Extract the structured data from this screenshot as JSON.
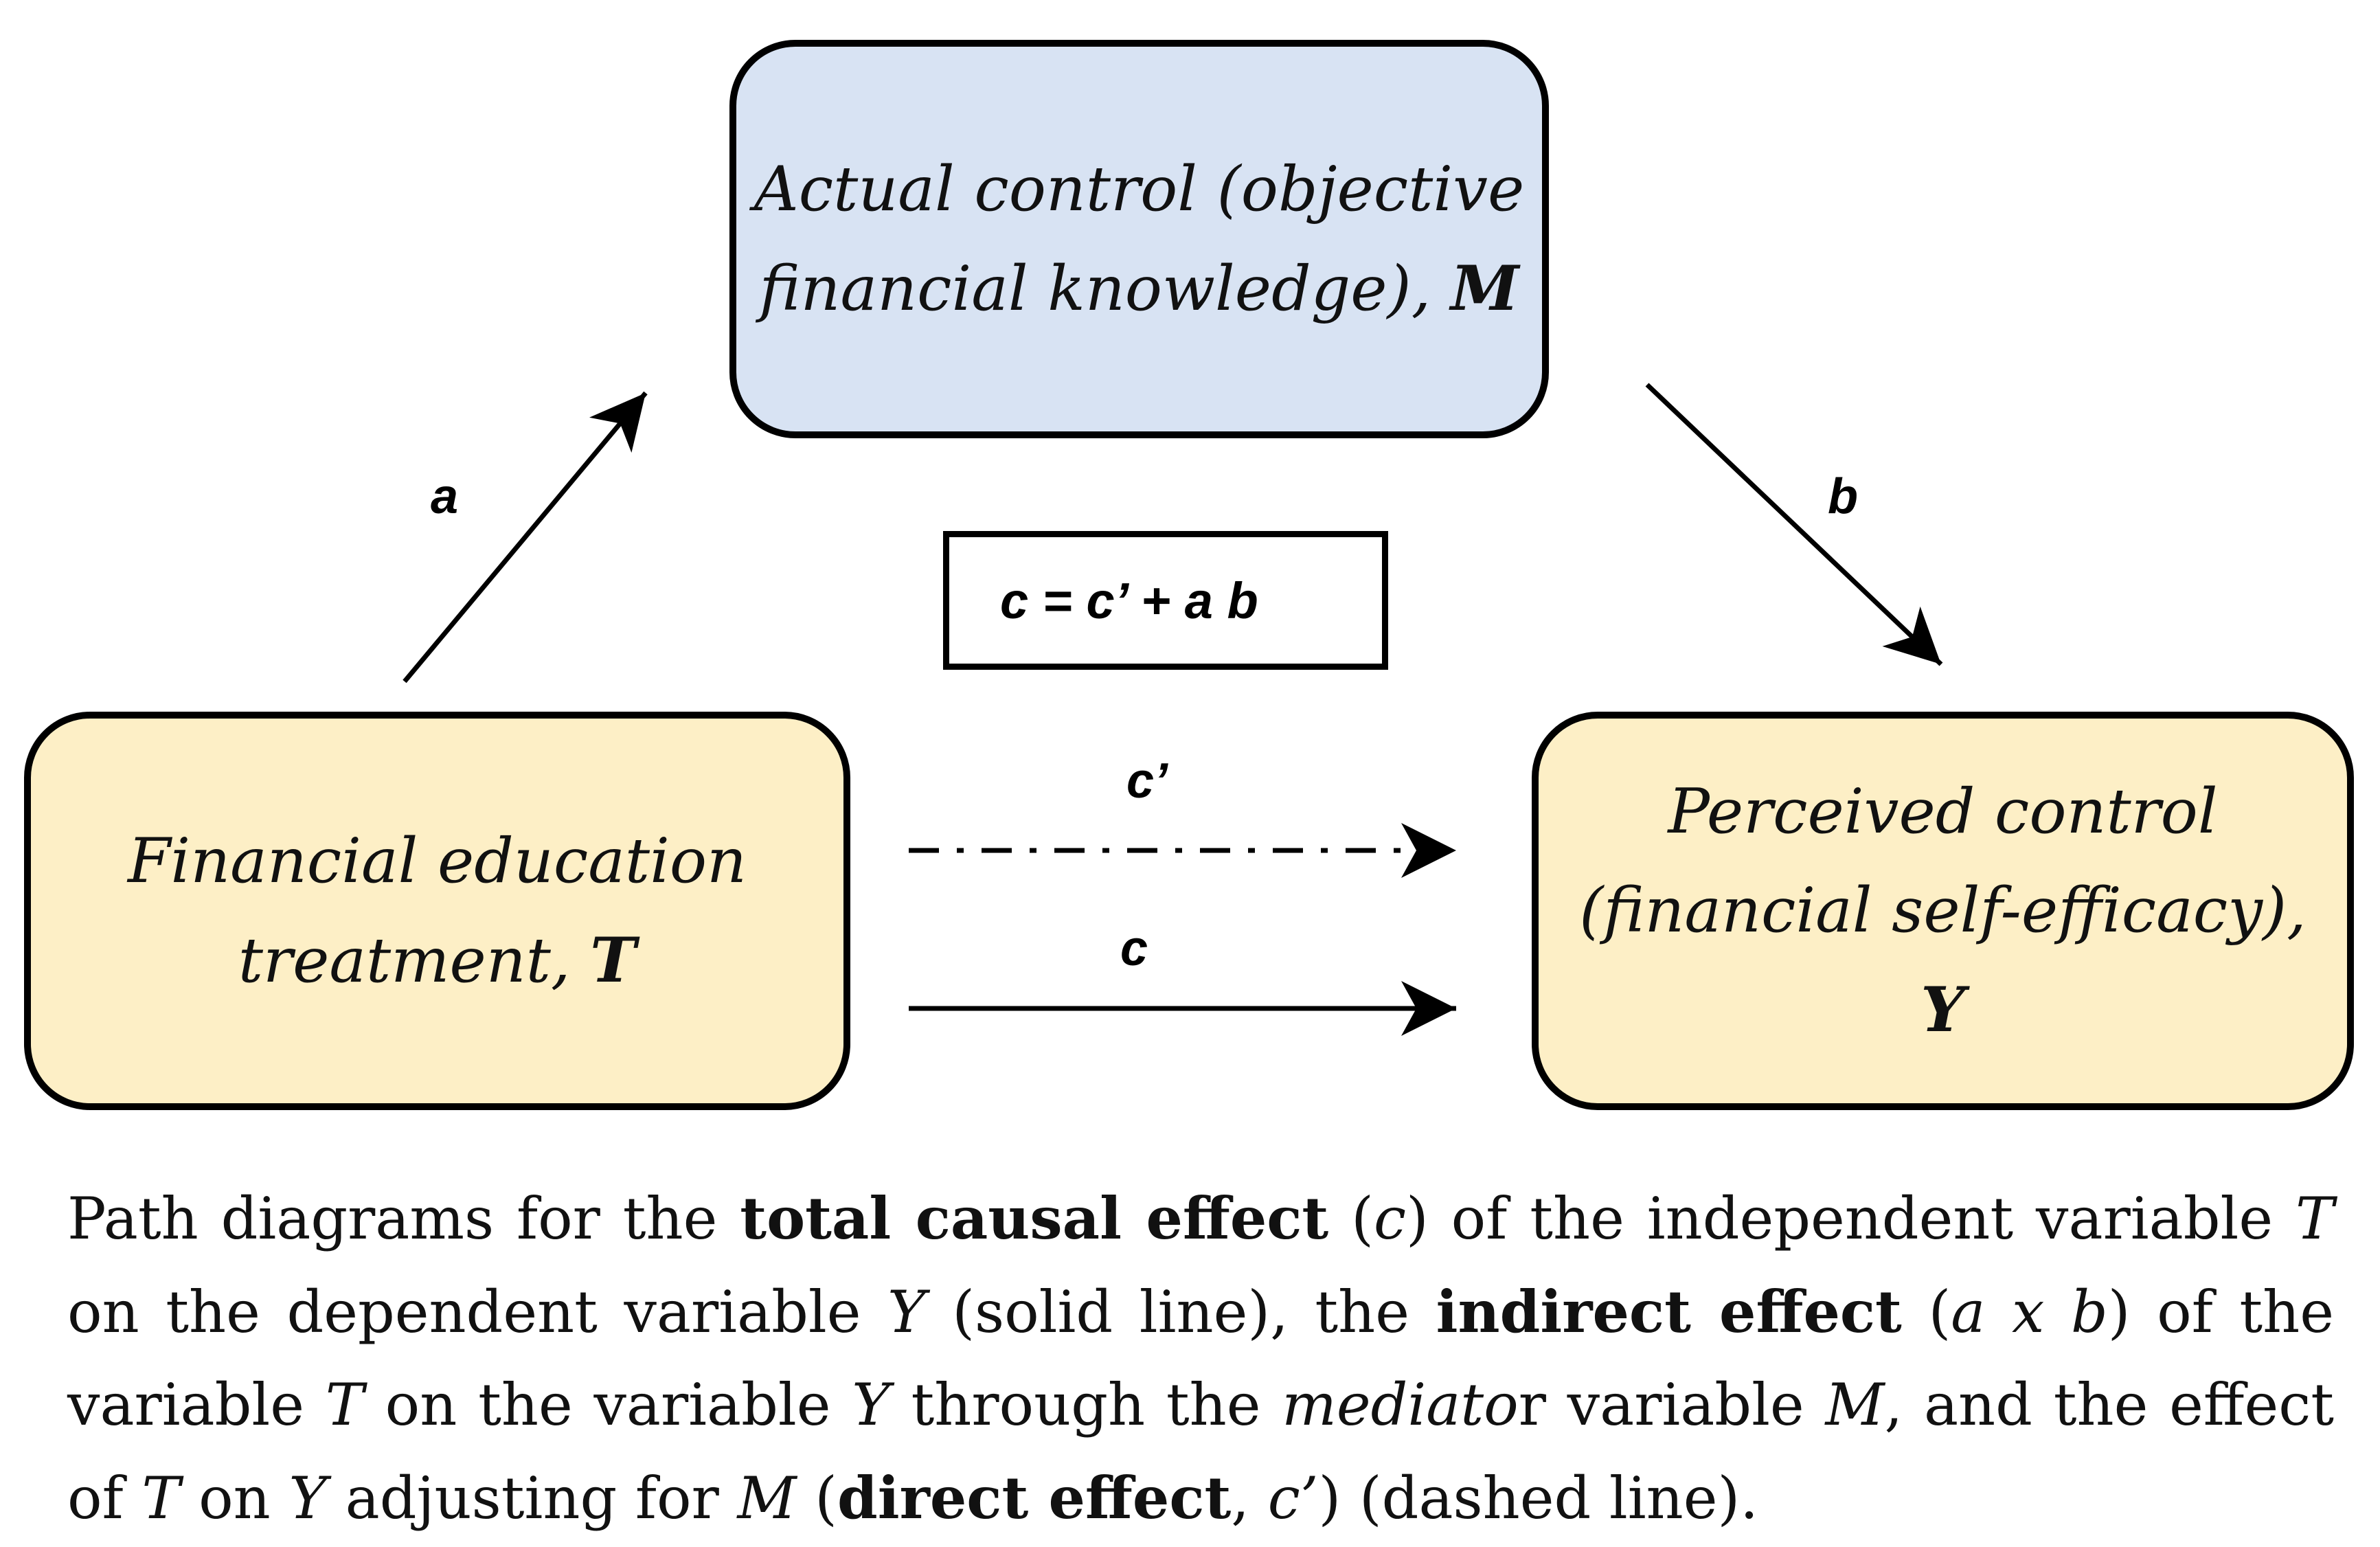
{
  "nodes": {
    "mediator": {
      "line1": "Actual control (objective",
      "line2": "financial knowledge), ",
      "symbol": "M"
    },
    "treatment": {
      "line1": "Financial education",
      "line2": "treatment, ",
      "symbol": "T"
    },
    "outcome": {
      "line1": "Perceived control",
      "line2": "(financial self-efficacy),",
      "symbol": "Y"
    }
  },
  "edges": {
    "a": "a",
    "b": "b",
    "c_prime": "c’",
    "c": "c"
  },
  "equation": "c = c’ + a b",
  "caption": {
    "s1": "Path diagrams for the ",
    "s2": "total causal effect",
    "s3": " (",
    "s4": "c",
    "s5": ") of the independent variable ",
    "s6": "T",
    "s7": " on the dependent variable ",
    "s8": "Y",
    "s9": " (solid line), the ",
    "s10": "indirect effect",
    "s11": " (",
    "s12": "a x b",
    "s13": ") of the variable ",
    "s14": "T",
    "s15": " on the variable ",
    "s16": "Y",
    "s17": " through the ",
    "s18": "mediato",
    "s19": "r variable ",
    "s20": "M",
    "s21": ", and the effect of ",
    "s22": "T",
    "s23": " on ",
    "s24": "Y",
    "s25": " adjusting for ",
    "s26": "M",
    "s27": " (",
    "s28": "direct effect",
    "s29": ", ",
    "s30": "c’",
    "s31": ") (dashed line)."
  },
  "colors": {
    "mediator_fill": "#d8e3f3",
    "node_fill": "#fdefc6",
    "stroke": "#000000"
  }
}
